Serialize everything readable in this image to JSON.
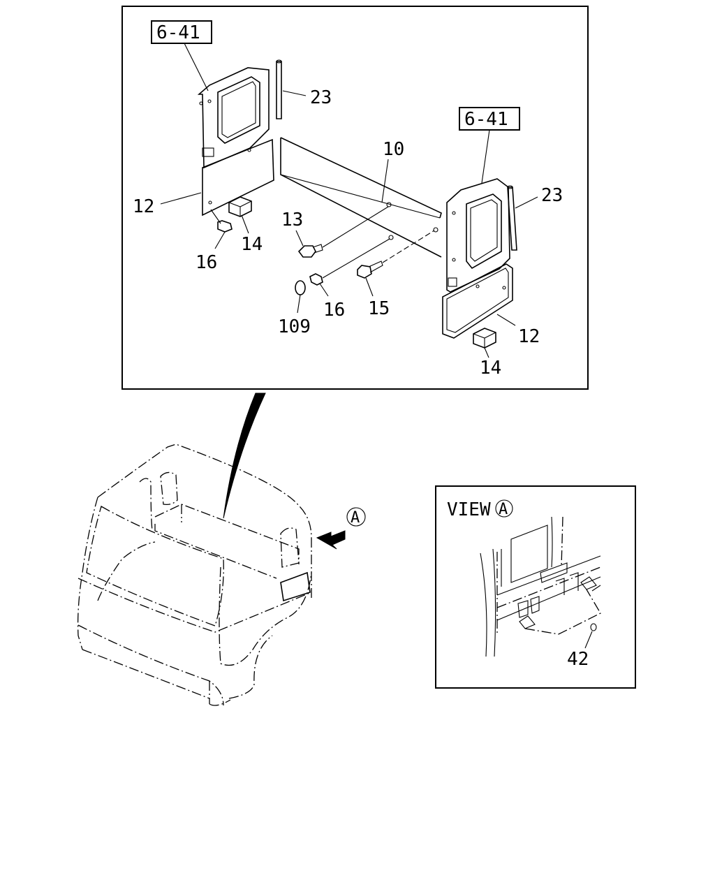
{
  "callouts": {
    "ref_upper_left": "6-41",
    "ref_upper_right": "6-41",
    "part_23_left": "23",
    "part_23_right": "23",
    "part_10": "10",
    "part_12_left": "12",
    "part_12_right": "12",
    "part_13": "13",
    "part_14_left": "14",
    "part_14_right": "14",
    "part_16_left": "16",
    "part_16_mid": "16",
    "part_15": "15",
    "part_109": "109"
  },
  "cab": {
    "view_marker": "A"
  },
  "inset": {
    "title": "VIEW",
    "view_marker": "A",
    "part_42": "42"
  }
}
